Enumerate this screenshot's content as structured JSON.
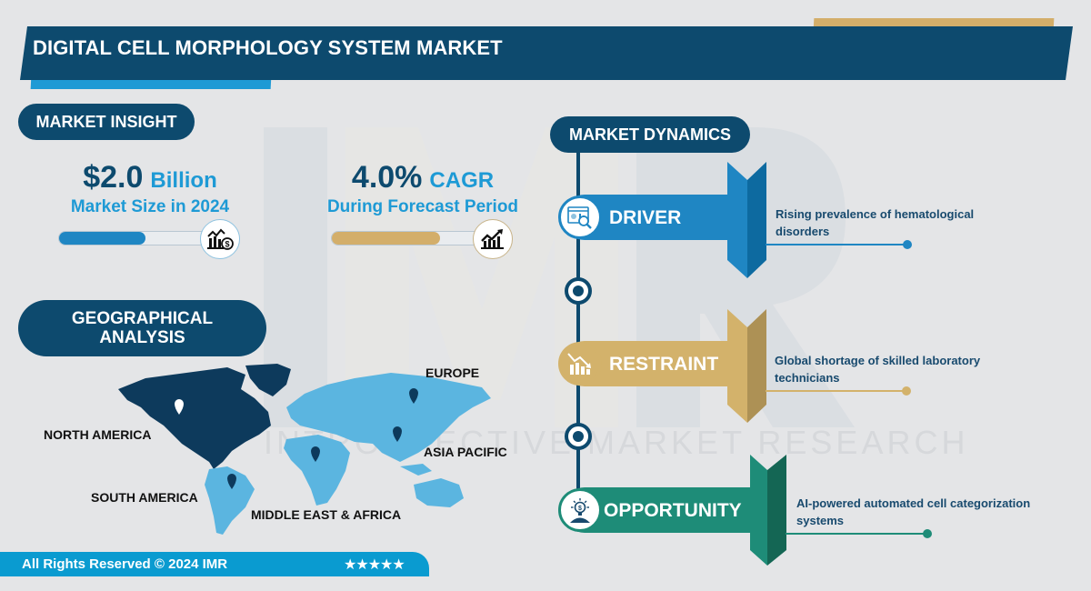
{
  "header": {
    "title": "DIGITAL CELL MORPHOLOGY SYSTEM MARKET"
  },
  "watermark": {
    "letters": "IMR",
    "text": "INTROSPECTIVE MARKET RESEARCH"
  },
  "market_insight": {
    "heading": "MARKET INSIGHT",
    "market_size": {
      "value": "$2.0",
      "unit": "Billion",
      "caption": "Market Size in 2024",
      "progress_pct": 56,
      "icon": "chart-dollar-icon"
    },
    "cagr": {
      "value": "4.0%",
      "unit": "CAGR",
      "caption": "During Forecast Period",
      "progress_pct": 70,
      "icon": "growth-chart-icon"
    }
  },
  "geographical_analysis": {
    "heading_line1": "GEOGRAPHICAL",
    "heading_line2": "ANALYSIS",
    "regions": [
      {
        "name": "NORTH AMERICA",
        "highlighted": true
      },
      {
        "name": "EUROPE",
        "highlighted": false
      },
      {
        "name": "ASIA PACIFIC",
        "highlighted": false
      },
      {
        "name": "SOUTH AMERICA",
        "highlighted": false
      },
      {
        "name": "MIDDLE EAST & AFRICA",
        "highlighted": false
      }
    ],
    "colors": {
      "highlight": "#0d3a5c",
      "other": "#5bb5e0"
    }
  },
  "market_dynamics": {
    "heading": "MARKET DYNAMICS",
    "items": [
      {
        "label": "DRIVER",
        "description": "Rising prevalence of hematological disorders",
        "color": "#1f86c3",
        "dark": "#0d6aa0",
        "icon": "analytics-magnifier-icon"
      },
      {
        "label": "RESTRAINT",
        "description": "Global shortage of skilled laboratory technicians",
        "color": "#d3b26b",
        "dark": "#ad9155",
        "icon": "declining-chart-icon"
      },
      {
        "label": "OPPORTUNITY",
        "description": "AI-powered automated cell categorization systems",
        "color": "#1e8c78",
        "dark": "#146654",
        "icon": "idea-bulb-dollar-icon"
      }
    ]
  },
  "footer": {
    "copyright": "All Rights Reserved © 2024 IMR",
    "stars": "★★★★★"
  },
  "colors": {
    "navy": "#0d4a6e",
    "accent_blue": "#1e9ad5",
    "gold": "#d3ae6a",
    "background": "#e4e5e7"
  }
}
